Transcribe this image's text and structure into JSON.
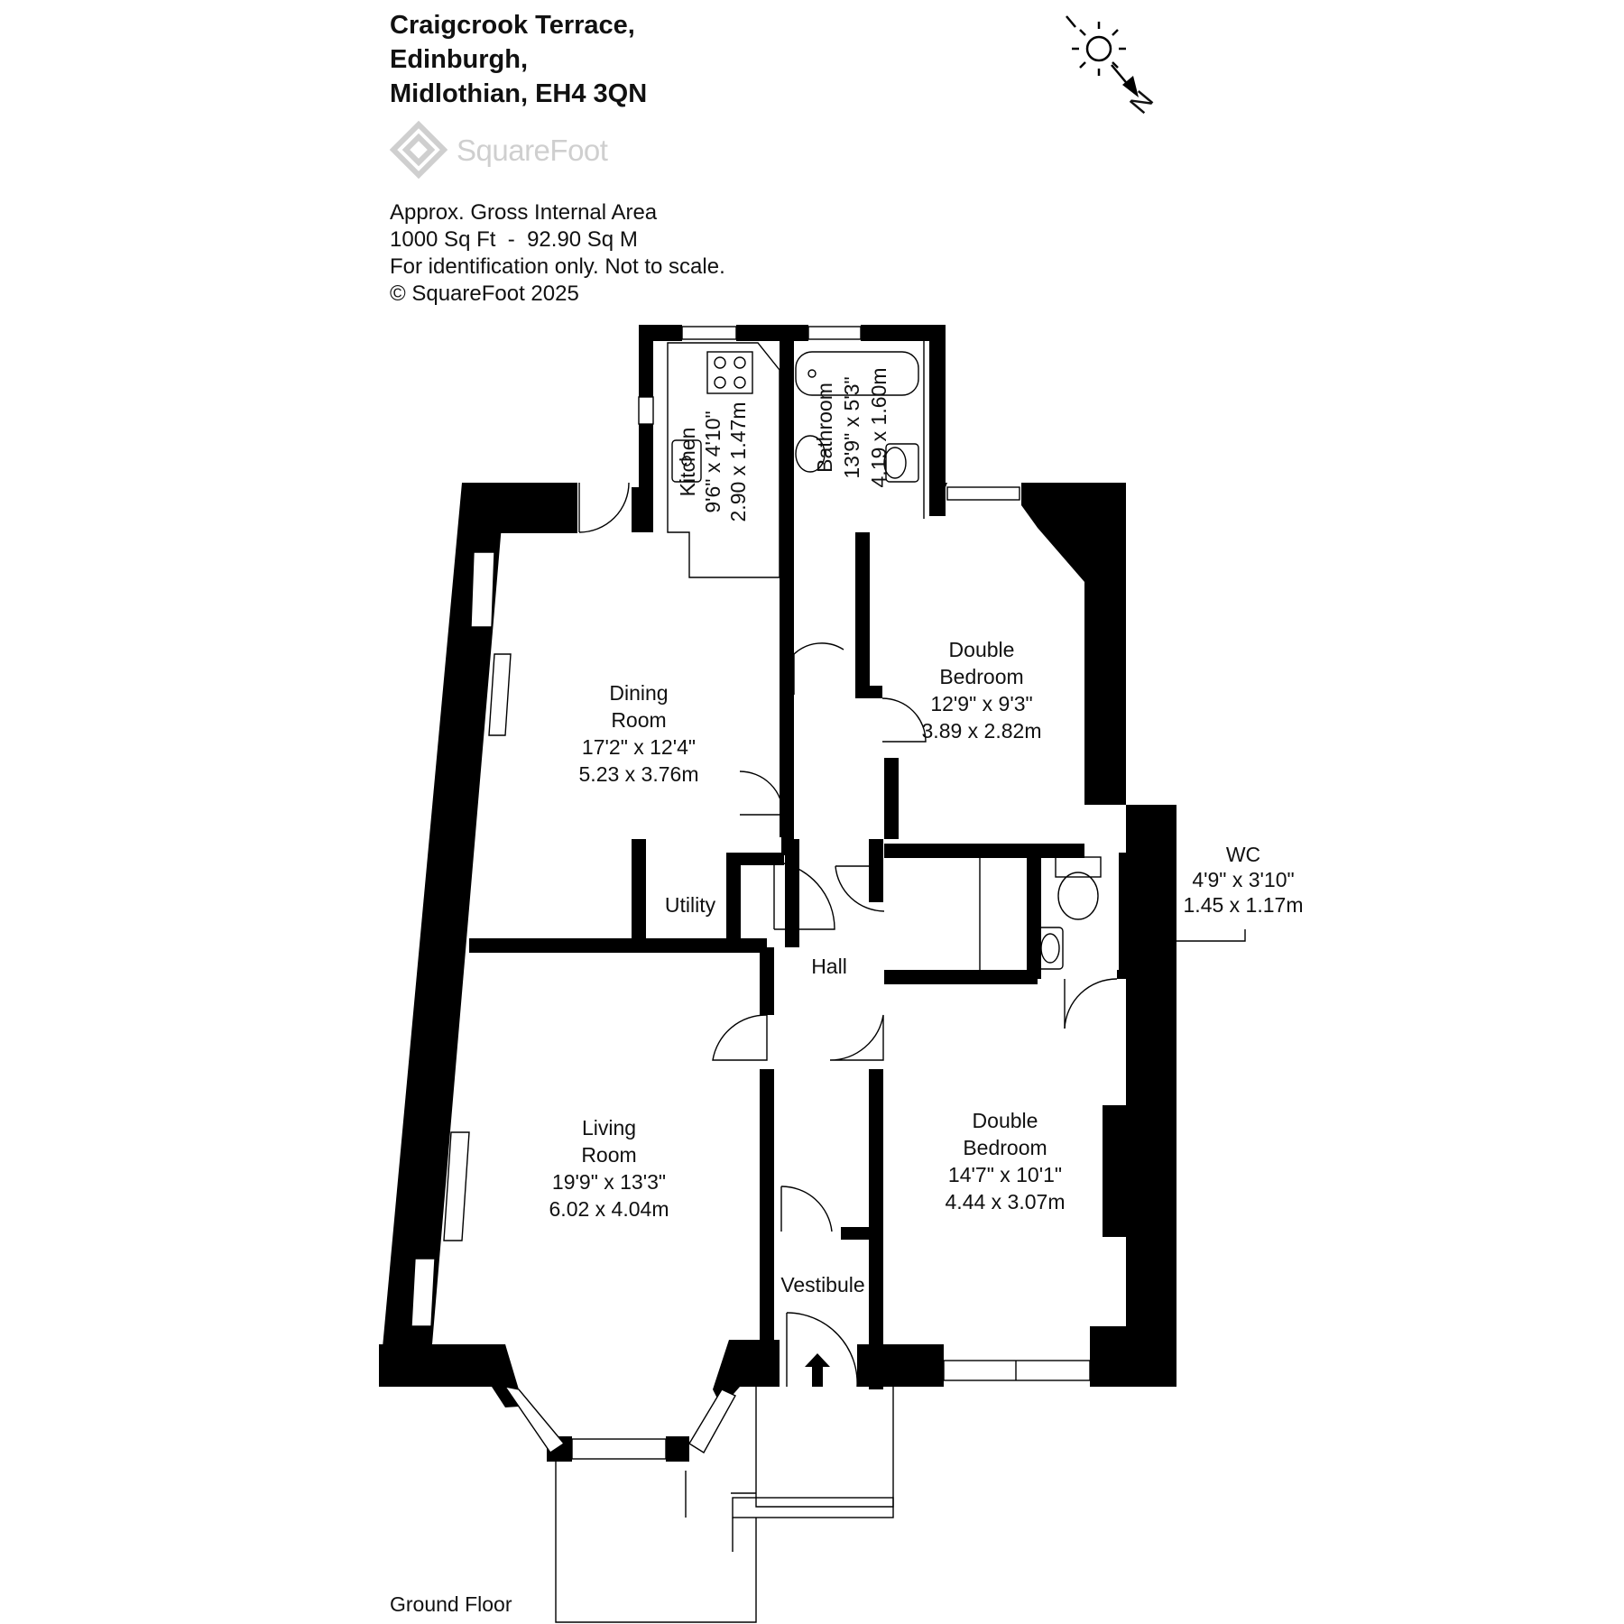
{
  "address": {
    "line1": "Craigcrook Terrace,",
    "line2": "Edinburgh,",
    "line3": "Midlothian, EH4 3QN"
  },
  "brand": {
    "name": "SquareFoot"
  },
  "info": {
    "line1": "Approx. Gross Internal Area",
    "line2": "1000 Sq Ft  -  92.90 Sq M",
    "line3": "For identification only. Not to scale.",
    "line4": "© SquareFoot 2025"
  },
  "compass": {
    "label": "N",
    "icon": "sun-compass-icon"
  },
  "floor_label": "Ground Floor",
  "rooms": {
    "kitchen": {
      "name": "Kitchen",
      "imperial": "9'6\" x 4'10\"",
      "metric": "2.90 x 1.47m"
    },
    "bathroom": {
      "name": "Bathroom",
      "imperial": "13'9\" x 5'3\"",
      "metric": "4.19 x 1.60m"
    },
    "dining": {
      "name1": "Dining",
      "name2": "Room",
      "imperial": "17'2\" x 12'4\"",
      "metric": "5.23 x 3.76m"
    },
    "bedroom1": {
      "name1": "Double",
      "name2": "Bedroom",
      "imperial": "12'9\" x 9'3\"",
      "metric": "3.89 x 2.82m"
    },
    "utility": {
      "name": "Utility"
    },
    "wc": {
      "name": "WC",
      "imperial": "4'9\" x 3'10\"",
      "metric": "1.45 x 1.17m"
    },
    "hall": {
      "name": "Hall"
    },
    "living": {
      "name1": "Living",
      "name2": "Room",
      "imperial": "19'9\" x 13'3\"",
      "metric": "6.02 x 4.04m"
    },
    "bedroom2": {
      "name1": "Double",
      "name2": "Bedroom",
      "imperial": "14'7\" x 10'1\"",
      "metric": "4.44 x 3.07m"
    },
    "vestibule": {
      "name": "Vestibule"
    }
  }
}
